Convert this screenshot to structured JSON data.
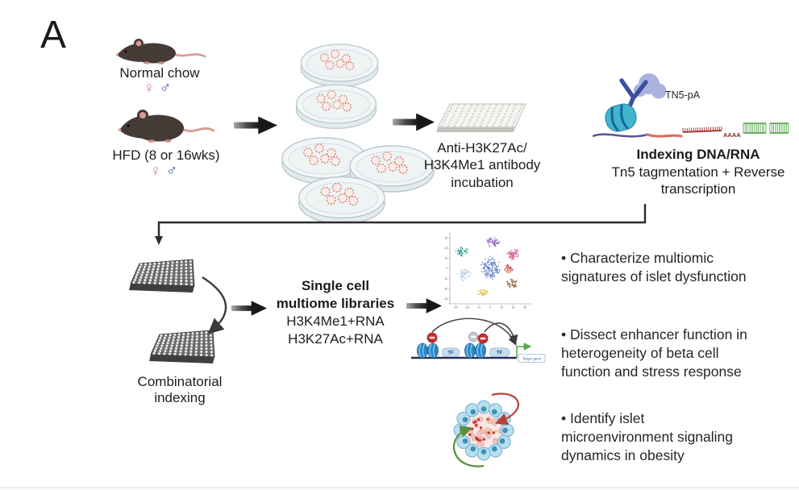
{
  "panel": {
    "label": "A"
  },
  "mice": {
    "normal_chow": {
      "label": "Normal chow",
      "sex_female": "♀",
      "sex_male": "♂"
    },
    "hfd": {
      "label": "HFD (8 or 16wks)",
      "sex_female": "♀",
      "sex_male": "♂"
    }
  },
  "antibody_step": {
    "line1": "Anti-H3K27Ac/",
    "line2": "H3K4Me1 antibody",
    "line3": "incubation"
  },
  "indexing_step": {
    "enzyme_label": "TN5-pA",
    "polya_label": "AAAA",
    "title": "Indexing DNA/RNA",
    "line2": "Tn5 tagmentation + Reverse",
    "line3": "transcription"
  },
  "combinatorial_step": {
    "line1": "Combinatorial",
    "line2": "indexing"
  },
  "libraries_step": {
    "bold1": "Single cell",
    "bold2": "multiome libraries",
    "line3": "H3K4Me1+RNA",
    "line4": "H3K27Ac+RNA"
  },
  "enhancer_diagram": {
    "tf_label": "TF",
    "target_gene_label": "Target gene"
  },
  "goals": {
    "goal1": "• Characterize multiomic signatures of islet dysfunction",
    "goal2": "• Dissect enhancer function in heterogeneity of beta cell function and stress response",
    "goal3": "• Identify islet microenvironment signaling dynamics in obesity"
  },
  "colors": {
    "female_symbol": "#e4758b",
    "male_symbol": "#3b53a5",
    "arrow_black": "#181818",
    "mouse_body": "#463a36",
    "mouse_pink": "#d79b91",
    "islet_pink": "#d28a7c",
    "tn5_cyan": "#42b5cc",
    "antibody_blue": "#3b4fa0",
    "pa_blob": "#a9b3dd",
    "rna_red": "#a5302a",
    "dna_green": "#4a9e3f",
    "plate_dark": "#6b6b6b",
    "plate_white": "#f4f4f2"
  },
  "chart_data": {
    "type": "scatter",
    "description": "t-SNE of single-cell multiome clusters",
    "title": "",
    "xlabel": "",
    "ylabel": "",
    "xlim": [
      -35,
      35
    ],
    "ylim": [
      -35,
      35
    ],
    "x_ticks": [
      -30,
      -20,
      -10,
      0,
      10,
      20,
      30
    ],
    "y_ticks": [
      30,
      20,
      10,
      0,
      -10,
      -20,
      -30
    ],
    "grid": false,
    "legend": false,
    "clusters": [
      {
        "name": "teal",
        "color": "#2f9e8f",
        "cx": -24,
        "cy": 17,
        "rx": 5.5,
        "ry": 5,
        "n": 45
      },
      {
        "name": "purple",
        "color": "#8e5bbf",
        "cx": 2,
        "cy": 26,
        "rx": 6,
        "ry": 5.5,
        "n": 50
      },
      {
        "name": "magenta",
        "color": "#cf4d8e",
        "cx": 20,
        "cy": 14,
        "rx": 6,
        "ry": 7,
        "n": 55
      },
      {
        "name": "lightblue",
        "color": "#b8cce8",
        "cx": -22,
        "cy": -6,
        "rx": 6,
        "ry": 7,
        "n": 55
      },
      {
        "name": "blue",
        "color": "#5577c4",
        "cx": 0,
        "cy": 1,
        "rx": 9,
        "ry": 11,
        "n": 130
      },
      {
        "name": "red",
        "color": "#c4584f",
        "cx": 16,
        "cy": -1,
        "rx": 4,
        "ry": 5,
        "n": 40
      },
      {
        "name": "brown",
        "color": "#9a6a4f",
        "cx": 19,
        "cy": -15,
        "rx": 5,
        "ry": 5,
        "n": 50
      },
      {
        "name": "yellow",
        "color": "#e5c84f",
        "cx": -6,
        "cy": -24,
        "rx": 5,
        "ry": 4,
        "n": 40
      }
    ]
  }
}
